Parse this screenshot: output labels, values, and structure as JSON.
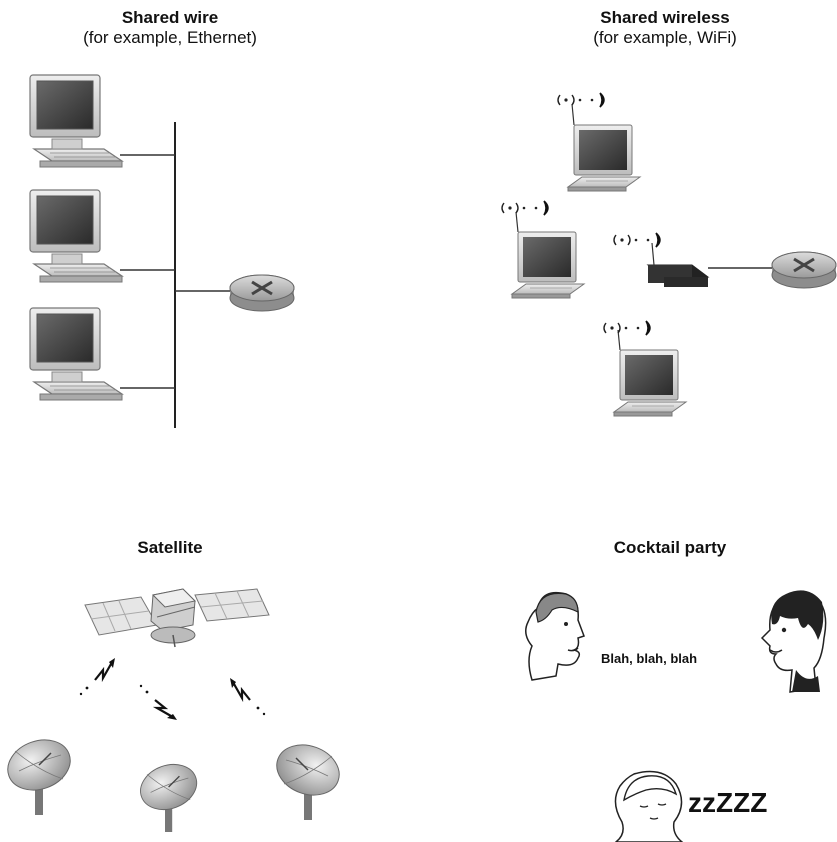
{
  "panels": {
    "shared_wire": {
      "title": "Shared wire",
      "subtitle": "(for example, Ethernet)"
    },
    "shared_wireless": {
      "title": "Shared wireless",
      "subtitle": "(for example, WiFi)"
    },
    "satellite": {
      "title": "Satellite"
    },
    "cocktail_party": {
      "title": "Cocktail party",
      "speech": "Blah, blah, blah",
      "sleep": "zzZZZ"
    }
  },
  "icons": [
    "desktop-computer-icon",
    "router-icon",
    "laptop-icon",
    "wireless-access-point-icon",
    "satellite-icon",
    "satellite-dish-icon",
    "person-icon",
    "sleeping-person-icon"
  ]
}
